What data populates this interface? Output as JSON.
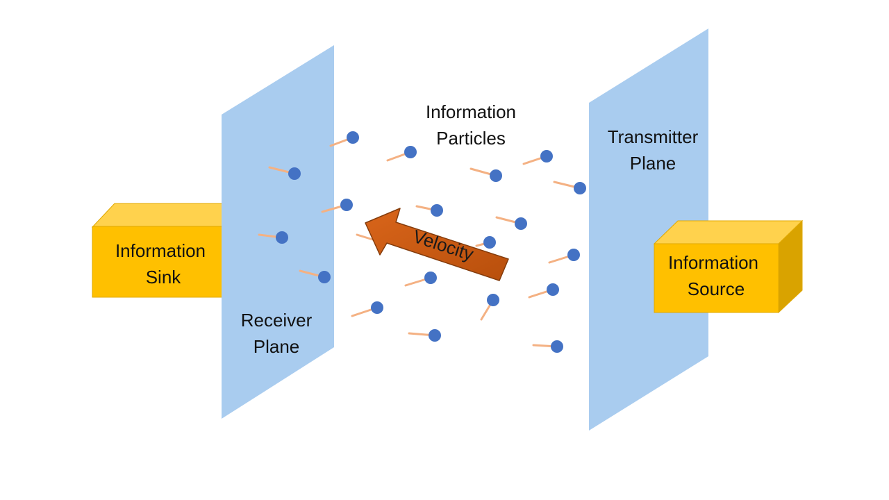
{
  "labels": {
    "particles": [
      "Information",
      "Particles"
    ],
    "transmitter": [
      "Transmitter",
      "Plane"
    ],
    "receiver": [
      "Receiver",
      "Plane"
    ],
    "sink": [
      "Information",
      "Sink"
    ],
    "source": [
      "Information",
      "Source"
    ],
    "velocity": "Velocity"
  },
  "colors": {
    "plane": "#a9ccef",
    "box_front": "#ffc000",
    "box_top": "#ffd24d",
    "box_side": "#d9a300",
    "box_edge": "#e0a800",
    "particle": "#4472c4",
    "particle_trail": "#f4b183",
    "velocity_arrow": "#c55a11",
    "velocity_arrow_edge": "#843c0c"
  }
}
